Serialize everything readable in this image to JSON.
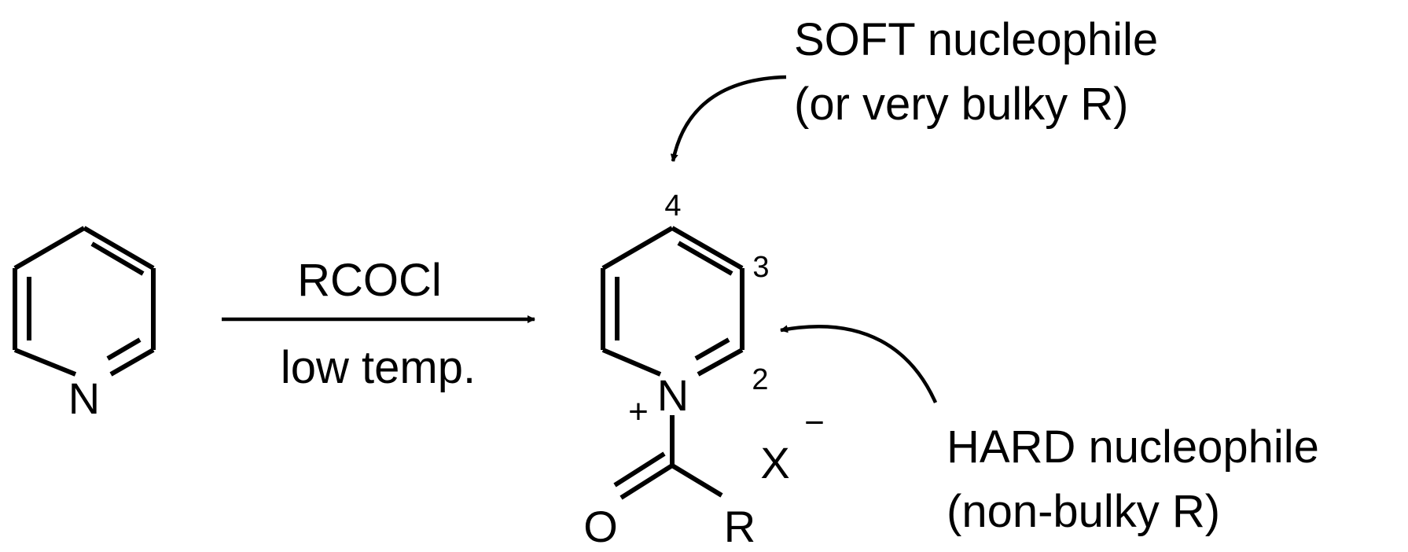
{
  "reagent": {
    "above_arrow": "RCOCl",
    "below_arrow": "low temp."
  },
  "starting_material": {
    "atom_N": "N"
  },
  "product": {
    "atom_N": "N",
    "charge_plus": "+",
    "position_4": "4",
    "position_3": "3",
    "position_2": "2",
    "atom_O": "O",
    "group_R": "R",
    "counterion": "X",
    "counterion_charge": "−"
  },
  "soft_annotation": {
    "line1": "SOFT nucleophile",
    "line2": "(or very bulky R)"
  },
  "hard_annotation": {
    "line1": "HARD nucleophile",
    "line2": "(non-bulky R)"
  }
}
